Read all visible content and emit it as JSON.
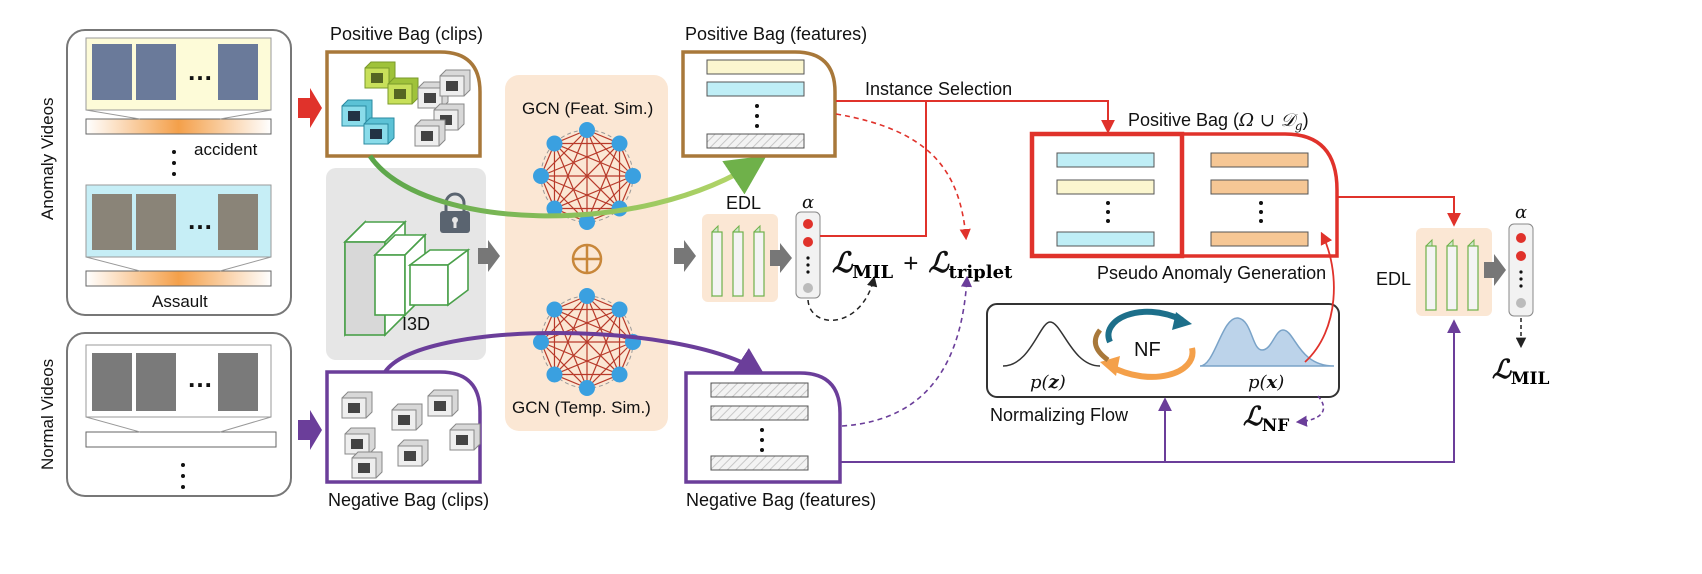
{
  "labels": {
    "anomaly_videos": "Anomaly Videos",
    "normal_videos": "Normal Videos",
    "accident": "accident",
    "assault": "Assault",
    "pos_bag_clips": "Positive Bag (clips)",
    "neg_bag_clips": "Negative Bag (clips)",
    "pos_bag_feats": "Positive Bag (features)",
    "neg_bag_feats": "Negative Bag (features)",
    "gcn_feat": "GCN (Feat. Sim.)",
    "gcn_temp": "GCN (Temp. Sim.)",
    "i3d": "I3D",
    "edl1": "EDL",
    "edl2": "EDL",
    "alpha1": "α",
    "alpha2": "α",
    "instance_selection": "Instance Selection",
    "pos_bag_omega_prefix": "Positive Bag (",
    "pos_bag_omega_math": "Ω ∪ 𝒟",
    "pos_bag_omega_sub": "g",
    "pos_bag_omega_suffix": ")",
    "pseudo_anomaly": "Pseudo Anomaly Generation",
    "nf": "NF",
    "normalizing_flow": "Normalizing Flow",
    "pz_prefix": "p(",
    "pz_var": "z",
    "pz_suffix": ")",
    "px_prefix": "p(",
    "px_var": "x",
    "px_suffix": ")",
    "loss_mil_1_base": "ℒ",
    "loss_mil_1_sub": "MIL",
    "loss_plus": "+",
    "loss_triplet_base": "ℒ",
    "loss_triplet_sub": "triplet",
    "loss_nf_base": "ℒ",
    "loss_nf_sub": "NF",
    "loss_mil_2_base": "ℒ",
    "loss_mil_2_sub": "MIL",
    "ellipsis": "…",
    "oplus": "⊕"
  },
  "colors": {
    "positive": "#a8783a",
    "negative": "#6b3e9a",
    "red": "#e0322b",
    "green": "#5aa54a",
    "gcn_bg": "#fbe7d4",
    "gray_bg": "#e6e6e6",
    "edl_bg": "#fbe7d4",
    "cyan_feat": "#bfeef6",
    "yellow_feat": "#fbf6cf",
    "orange_feat": "#f6c795",
    "node": "#3aa0e0",
    "edge": "#b83a2a"
  },
  "icons": [
    "lock-icon",
    "plus-circle-icon",
    "cycle-arrows-icon"
  ]
}
